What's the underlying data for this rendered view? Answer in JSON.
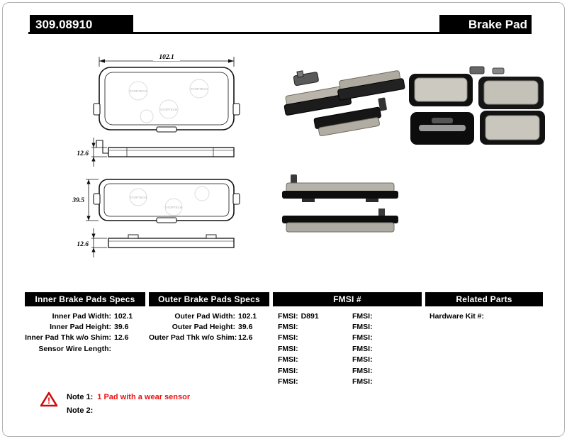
{
  "header": {
    "part_number": "309.08910",
    "product_type": "Brake Pad"
  },
  "drawings": {
    "watermark": "STOPTECH",
    "width_dim": "102.1",
    "top_thickness_dim": "12.6",
    "height_dim": "39.5",
    "bottom_thickness_dim": "12.6"
  },
  "specs": {
    "inner": {
      "header": "Inner Brake Pads Specs",
      "rows": [
        {
          "label": "Inner Pad Width:",
          "value": "102.1"
        },
        {
          "label": "Inner Pad Height:",
          "value": "39.6"
        },
        {
          "label": "Inner Pad Thk w/o Shim:",
          "value": "12.6"
        },
        {
          "label": "Sensor Wire Length:",
          "value": ""
        }
      ]
    },
    "outer": {
      "header": "Outer Brake Pads Specs",
      "rows": [
        {
          "label": "Outer Pad Width:",
          "value": "102.1"
        },
        {
          "label": "Outer Pad Height:",
          "value": "39.6"
        },
        {
          "label": "Outer Pad Thk w/o Shim:",
          "value": "12.6"
        }
      ]
    },
    "fmsi": {
      "header": "FMSI #",
      "left_rows": [
        {
          "label": "FMSI:",
          "value": "D891"
        },
        {
          "label": "FMSI:",
          "value": ""
        },
        {
          "label": "FMSI:",
          "value": ""
        },
        {
          "label": "FMSI:",
          "value": ""
        },
        {
          "label": "FMSI:",
          "value": ""
        },
        {
          "label": "FMSI:",
          "value": ""
        },
        {
          "label": "FMSI:",
          "value": ""
        }
      ],
      "right_rows": [
        {
          "label": "FMSI:",
          "value": ""
        },
        {
          "label": "FMSI:",
          "value": ""
        },
        {
          "label": "FMSI:",
          "value": ""
        },
        {
          "label": "FMSI:",
          "value": ""
        },
        {
          "label": "FMSI:",
          "value": ""
        },
        {
          "label": "FMSI:",
          "value": ""
        },
        {
          "label": "FMSI:",
          "value": ""
        }
      ]
    },
    "related": {
      "header": "Related Parts",
      "rows": [
        {
          "label": "Hardware Kit #:",
          "value": ""
        }
      ]
    }
  },
  "notes": {
    "warning_symbol": "!",
    "note1_label": "Note 1:",
    "note1_text": "1 Pad with a wear sensor",
    "note2_label": "Note 2:",
    "note2_text": ""
  },
  "colors": {
    "header_bg": "#000000",
    "note_red": "#ee1111"
  }
}
